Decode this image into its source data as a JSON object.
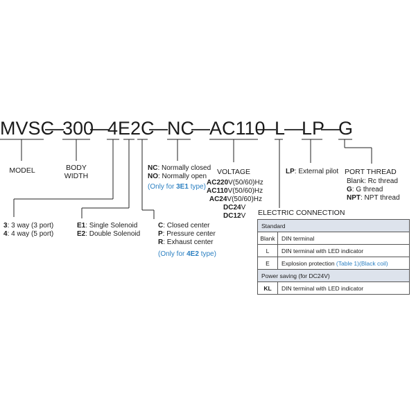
{
  "code": {
    "parts": [
      "MVSC",
      "300",
      "4E2C",
      "NC",
      "AC110",
      "L",
      "LP",
      "G"
    ],
    "sep": "—"
  },
  "model_label": "MODEL",
  "body_width_label": [
    "BODY",
    "WIDTH"
  ],
  "ways": [
    {
      "key": "3",
      "text": ": 3 way (3 port)"
    },
    {
      "key": "4",
      "text": ": 4 way (5 port)"
    }
  ],
  "solenoid": [
    {
      "key": "E1",
      "text": ": Single Solenoid"
    },
    {
      "key": "E2",
      "text": ": Double Solenoid"
    }
  ],
  "center": [
    {
      "key": "C",
      "text": ": Closed center"
    },
    {
      "key": "P",
      "text": ": Pressure center"
    },
    {
      "key": "R",
      "text": ": Exhaust center"
    }
  ],
  "center_note": {
    "pre": "(Only for ",
    "key": "4E2",
    "post": " type)"
  },
  "normal": [
    {
      "key": "NC",
      "text": ": Normally closed"
    },
    {
      "key": "NO",
      "text": ": Normally open"
    }
  ],
  "normal_note": {
    "pre": "(Only for ",
    "key": "3E1",
    "post": " type)"
  },
  "voltage_label": "VOLTAGE",
  "voltages": [
    {
      "key": "AC220",
      "text": "V(50/60)Hz"
    },
    {
      "key": "AC110",
      "text": "V(50/60)Hz"
    },
    {
      "key": "AC24",
      "text": "V(50/60)Hz"
    },
    {
      "key": "DC24",
      "text": "V"
    },
    {
      "key": "DC12",
      "text": "V"
    }
  ],
  "pilot": {
    "key": "LP",
    "text": ": External pilot"
  },
  "port_thread_label": "PORT THREAD",
  "port_thread": [
    {
      "key": "",
      "text": "Blank: Rc thread"
    },
    {
      "key": "G",
      "text": ": G thread"
    },
    {
      "key": "NPT",
      "text": ": NPT thread"
    }
  ],
  "electric": {
    "title": "ELECTRIC CONNECTION",
    "standard_header": "Standard",
    "standard_rows": [
      {
        "key": "Blank",
        "desc": "DIN terminal",
        "note": ""
      },
      {
        "key": "L",
        "desc": "DIN terminal with LED indicator",
        "note": ""
      },
      {
        "key": "E",
        "desc": "Explosion protection ",
        "note": "(Table 1)(Black coil)"
      }
    ],
    "saving_header": "Power saving (for DC24V)",
    "saving_rows": [
      {
        "key": "KL",
        "desc": "DIN terminal with LED indicator",
        "note": ""
      }
    ]
  },
  "colors": {
    "text": "#1a1a1a",
    "accent_blue": "#2a7fc1",
    "header_fill": "#dde3ec"
  }
}
